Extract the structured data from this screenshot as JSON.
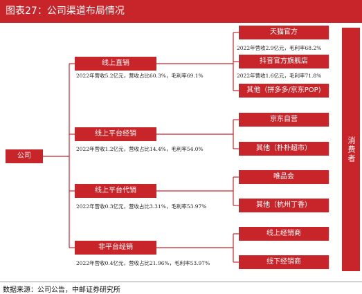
{
  "title": "图表27：公司渠道布局情况",
  "root": "公司",
  "branches": [
    {
      "label": "线上直销",
      "stat": "2022年营收5.2亿元，营收占比60.3%，毛利率69.1%",
      "leaves": [
        {
          "label": "天猫官方",
          "stat": "2022年营收2.9亿元，毛利率68.2%"
        },
        {
          "label": "抖音官方旗舰店",
          "stat": "2022年营收1.6亿元，毛利率71.8%"
        },
        {
          "label": "其他（拼多多/京东POP)",
          "stat": ""
        }
      ]
    },
    {
      "label": "线上平台经销",
      "stat": "2022年营收1.2亿元，营收占比14.4%，毛利率54.0%",
      "leaves": [
        {
          "label": "京东自营",
          "stat": ""
        },
        {
          "label": "其他（朴朴超市）",
          "stat": ""
        }
      ]
    },
    {
      "label": "线上平台代销",
      "stat": "2022年营收0.3亿元，营收占比3.31%，毛利率53.97%",
      "leaves": [
        {
          "label": "唯品会",
          "stat": ""
        },
        {
          "label": "其他（杭州丁香）",
          "stat": ""
        }
      ]
    },
    {
      "label": "非平台经销",
      "stat": "2022年营收0.4亿元，营收占比21.96%，毛利率53.97%",
      "leaves": [
        {
          "label": "线上经销商",
          "stat": ""
        },
        {
          "label": "线下经销商",
          "stat": ""
        }
      ]
    }
  ],
  "side_label": "消费者",
  "source": "数据来源：公司公告，中邮证券研究所",
  "colors": {
    "accent": "#c8252a",
    "line": "#c8252a"
  }
}
